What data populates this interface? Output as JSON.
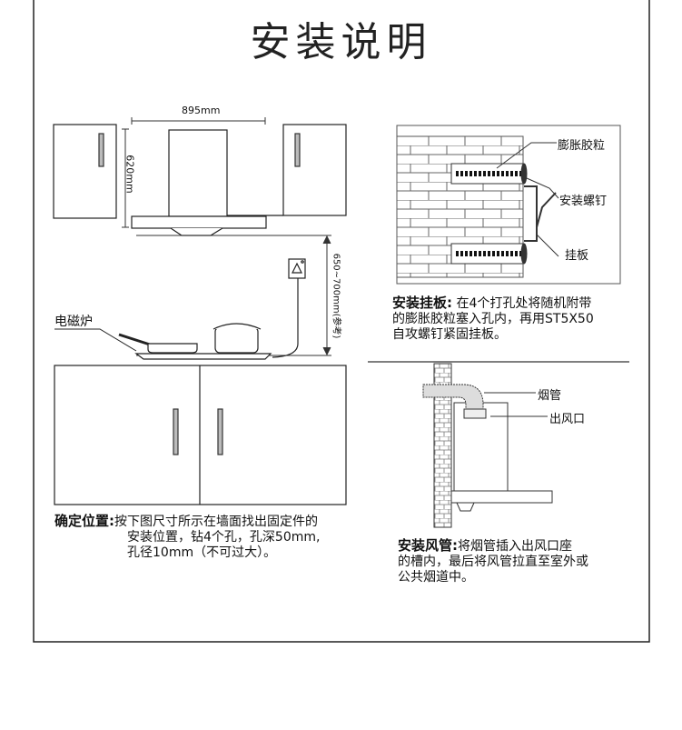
{
  "title": "安装说明",
  "left_diagram": {
    "width_dim": "895mm",
    "height_dim": "620mm",
    "gap_dim": "650~700mm(参考)",
    "cooktop_label": "电磁炉"
  },
  "step1": {
    "heading": "确定位置:",
    "lines": [
      "按下图尺寸所示在墙面找出固定件的",
      "安装位置，钻4个孔，孔深50mm,",
      "孔径10mm（不可过大）。"
    ]
  },
  "bracket_diagram": {
    "label_anchor": "膨胀胶粒",
    "label_screw": "安装螺钉",
    "label_plate": "挂板"
  },
  "step2": {
    "heading": "安装挂板:",
    "lines": [
      "在4个打孔处将随机附带",
      "的膨胀胶粒塞入孔内，再用ST5X50",
      "自攻螺钉紧固挂板。"
    ]
  },
  "duct_diagram": {
    "label_duct": "烟管",
    "label_outlet": "出风口"
  },
  "step3": {
    "heading": "安装风管:",
    "lines": [
      "将烟管插入出风口座",
      "的槽内，最后将风管拉直至室外或",
      "公共烟道中。"
    ]
  }
}
